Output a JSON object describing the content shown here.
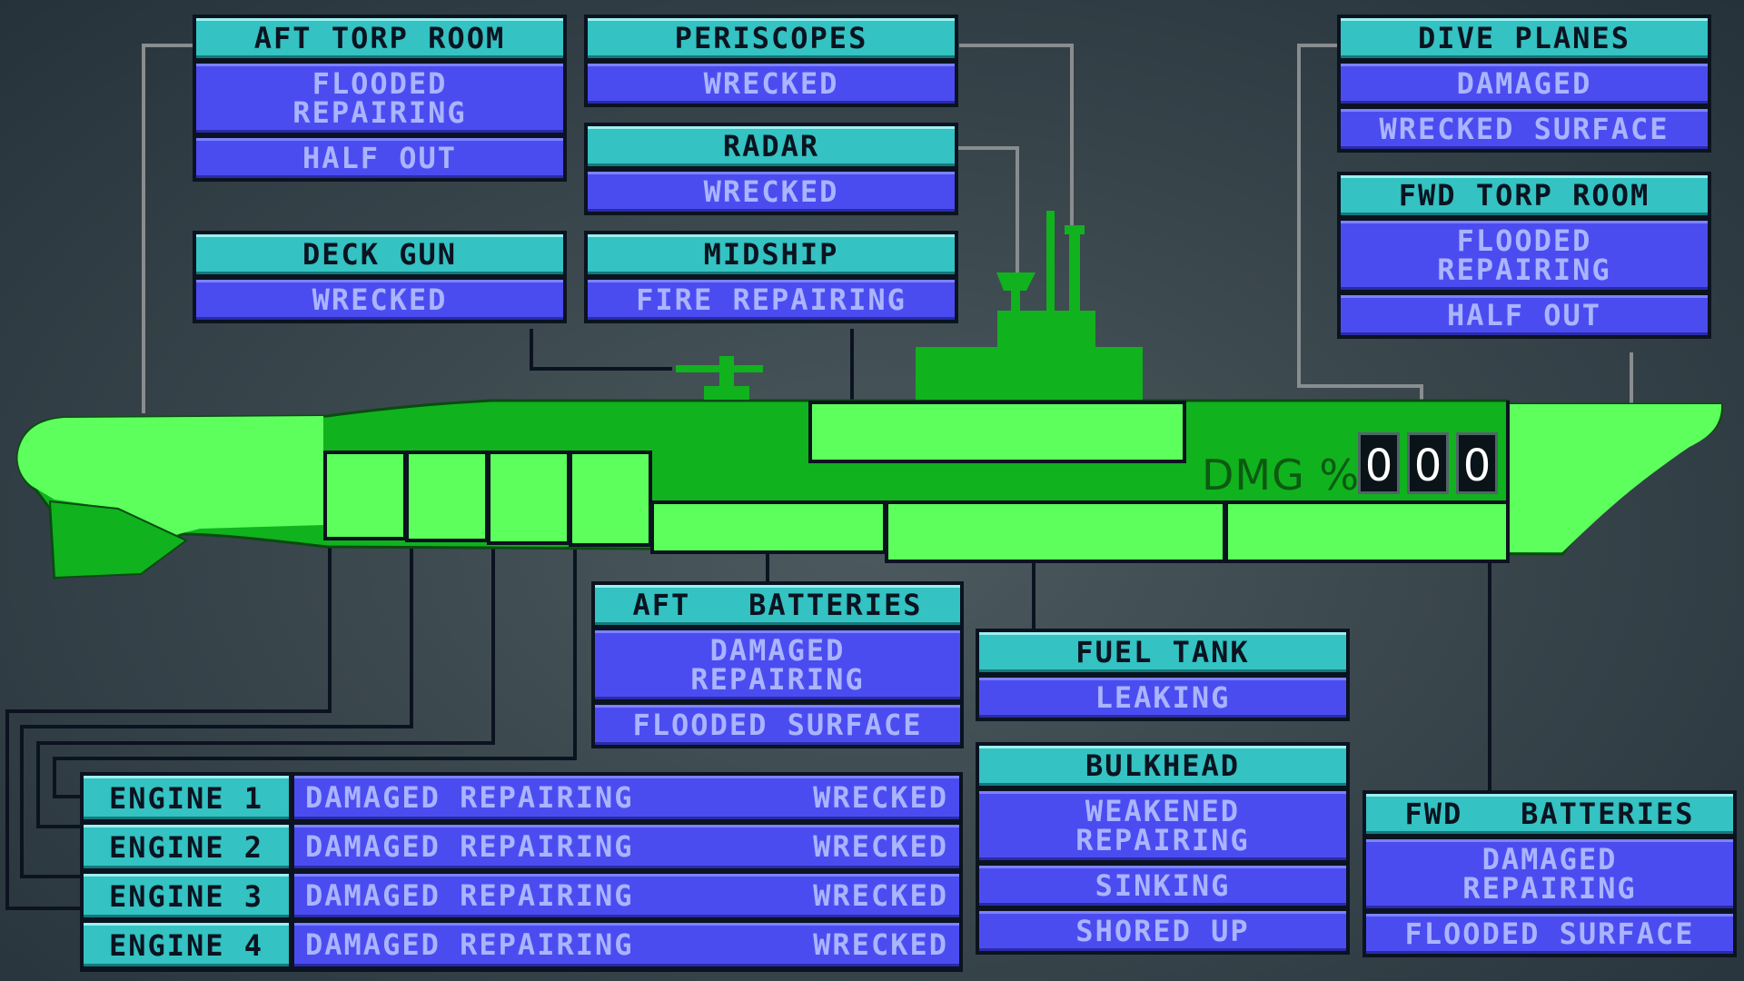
{
  "colors": {
    "header_bg": "#34c2c2",
    "status_bg": "#4b4cf0",
    "status_text": "#aab4ff",
    "hull_light": "#5cff5c",
    "hull_dark": "#10b21e"
  },
  "panels": {
    "aft_torp_room": {
      "title": "AFT TORP ROOM",
      "status1": "FLOODED\nREPAIRING",
      "status2": "HALF OUT"
    },
    "periscopes": {
      "title": "PERISCOPES",
      "status1": "WRECKED"
    },
    "radar": {
      "title": "RADAR",
      "status1": "WRECKED"
    },
    "deck_gun": {
      "title": "DECK GUN",
      "status1": "WRECKED"
    },
    "midship": {
      "title": "MIDSHIP",
      "status1": "FIRE REPAIRING"
    },
    "dive_planes": {
      "title": "DIVE PLANES",
      "status1": "DAMAGED",
      "status2": "WRECKED SURFACE"
    },
    "fwd_torp_room": {
      "title": "FWD TORP ROOM",
      "status1": "FLOODED\nREPAIRING",
      "status2": "HALF OUT"
    },
    "aft_batteries": {
      "title": "AFT   BATTERIES",
      "status1": "DAMAGED\nREPAIRING",
      "status2": "FLOODED SURFACE"
    },
    "fuel_tank": {
      "title": "FUEL TANK",
      "status1": "LEAKING"
    },
    "bulkhead": {
      "title": "BULKHEAD",
      "status1": "WEAKENED\nREPAIRING",
      "status2": "SINKING",
      "status3": "SHORED UP"
    },
    "fwd_batteries": {
      "title": "FWD   BATTERIES",
      "status1": "DAMAGED\nREPAIRING",
      "status2": "FLOODED SURFACE"
    }
  },
  "engines": [
    {
      "label": "ENGINE 1",
      "status": "DAMAGED REPAIRING",
      "state": "WRECKED"
    },
    {
      "label": "ENGINE 2",
      "status": "DAMAGED REPAIRING",
      "state": "WRECKED"
    },
    {
      "label": "ENGINE 3",
      "status": "DAMAGED REPAIRING",
      "state": "WRECKED"
    },
    {
      "label": "ENGINE 4",
      "status": "DAMAGED REPAIRING",
      "state": "WRECKED"
    }
  ],
  "damage_meter": {
    "label": "DMG %",
    "digits": [
      "0",
      "0",
      "0"
    ]
  }
}
